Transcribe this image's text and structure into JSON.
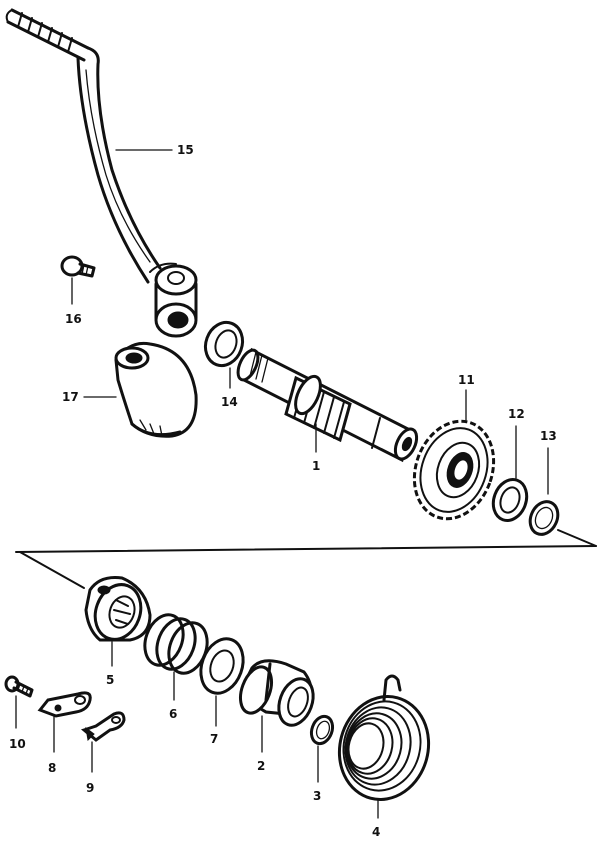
{
  "parts": [
    {
      "id": "kick-lever",
      "label": "15"
    },
    {
      "id": "lever-bolt",
      "label": "16"
    },
    {
      "id": "boot",
      "label": "17"
    },
    {
      "id": "oil-seal",
      "label": "14"
    },
    {
      "id": "kick-shaft",
      "label": "1"
    },
    {
      "id": "kick-gear",
      "label": "11"
    },
    {
      "id": "washer-12",
      "label": "12"
    },
    {
      "id": "circlip-13",
      "label": "13"
    },
    {
      "id": "ratchet",
      "label": "5"
    },
    {
      "id": "ratchet-spring",
      "label": "6"
    },
    {
      "id": "washer-7",
      "label": "7"
    },
    {
      "id": "spring-guide",
      "label": "2"
    },
    {
      "id": "circlip-3",
      "label": "3"
    },
    {
      "id": "return-spring",
      "label": "4"
    },
    {
      "id": "stopper-bolt",
      "label": "10"
    },
    {
      "id": "stopper-plate",
      "label": "8"
    },
    {
      "id": "stopper-guide",
      "label": "9"
    }
  ]
}
